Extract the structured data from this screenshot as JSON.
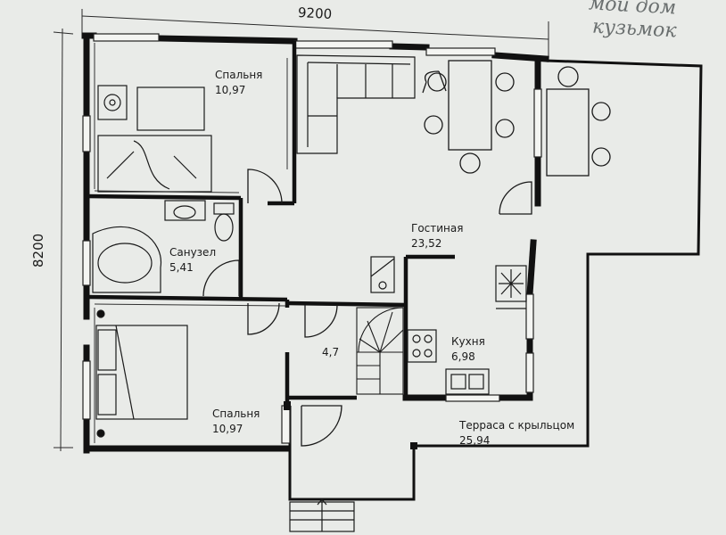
{
  "dimensions": {
    "width": "9200",
    "height": "8200"
  },
  "rooms": [
    {
      "id": "bedroom-top",
      "name": "Спальня",
      "area": "10,97"
    },
    {
      "id": "bathroom",
      "name": "Санузел",
      "area": "5,41"
    },
    {
      "id": "living",
      "name": "Гостиная",
      "area": "23,52"
    },
    {
      "id": "hall",
      "name": "",
      "area": "4,7"
    },
    {
      "id": "kitchen",
      "name": "Кухня",
      "area": "6,98"
    },
    {
      "id": "bedroom-bottom",
      "name": "Спальня",
      "area": "10,97"
    },
    {
      "id": "terrace",
      "name": "Терраса с крыльцом",
      "area": "25,94"
    }
  ],
  "handwritten_note": {
    "line1": "мой дом",
    "line2": "кузьмок"
  }
}
